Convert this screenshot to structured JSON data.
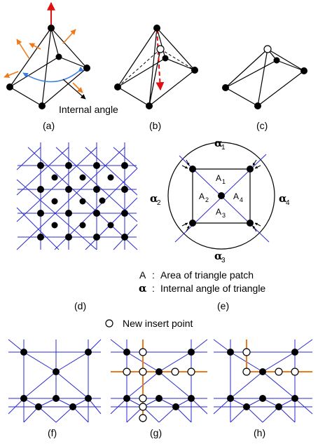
{
  "annotations": {
    "internal_angle": "Internal angle",
    "new_insert_point": "New insert point"
  },
  "legend": {
    "area_key": "A",
    "area_sep": ":",
    "area_text": "Area of triangle patch",
    "angle_key": "α",
    "angle_sep": ":",
    "angle_text": "Internal angle of triangle"
  },
  "panel_e_labels": {
    "alpha_1": {
      "sym": "α",
      "sub": "1"
    },
    "alpha_2": {
      "sym": "α",
      "sub": "2"
    },
    "alpha_3": {
      "sym": "α",
      "sub": "3"
    },
    "alpha_4": {
      "sym": "α",
      "sub": "4"
    },
    "area_1": {
      "sym": "A",
      "sub": "1"
    },
    "area_2": {
      "sym": "A",
      "sub": "2"
    },
    "area_3": {
      "sym": "A",
      "sub": "3"
    },
    "area_4": {
      "sym": "A",
      "sub": "4"
    }
  },
  "captions": {
    "a": "(a)",
    "b": "(b)",
    "c": "(c)",
    "d": "(d)",
    "e": "(e)",
    "f": "(f)",
    "g": "(g)",
    "h": "(h)"
  },
  "colors": {
    "node": "#000000",
    "grid_line": "#2a2ad0",
    "arrow_normal": "#e01010",
    "arrow_direction": "#f07a1a",
    "arrow_angle": "#3a7de0",
    "insert_line": "#f07a1a"
  }
}
